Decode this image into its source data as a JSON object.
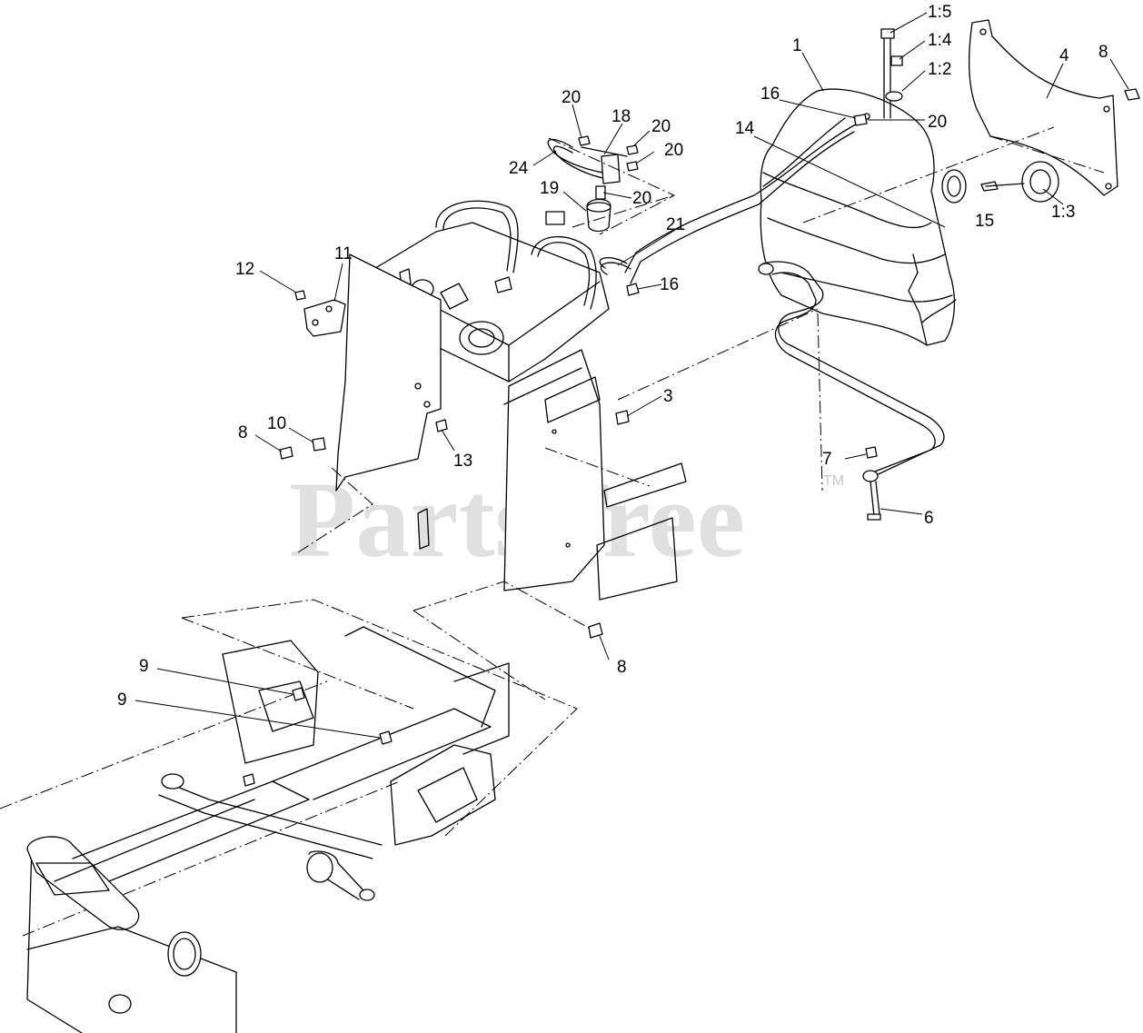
{
  "watermark": {
    "brand": "PartsTree",
    "trademark": "TM"
  },
  "callouts": {
    "c_1": "1",
    "c_1_5": "1:5",
    "c_1_4": "1:4",
    "c_1_2": "1:2",
    "c_1_3": "1:3",
    "c_4": "4",
    "c_8_top": "8",
    "c_16_top": "16",
    "c_20_tank": "20",
    "c_14": "14",
    "c_15": "15",
    "c_20_a": "20",
    "c_18": "18",
    "c_20_b": "20",
    "c_20_c": "20",
    "c_24": "24",
    "c_19": "19",
    "c_20_d": "20",
    "c_21": "21",
    "c_16_mid": "16",
    "c_11": "11",
    "c_12": "12",
    "c_3": "3",
    "c_10": "10",
    "c_8_left": "8",
    "c_13": "13",
    "c_7": "7",
    "c_6": "6",
    "c_8_bottom": "8",
    "c_9_a": "9",
    "c_9_b": "9"
  }
}
